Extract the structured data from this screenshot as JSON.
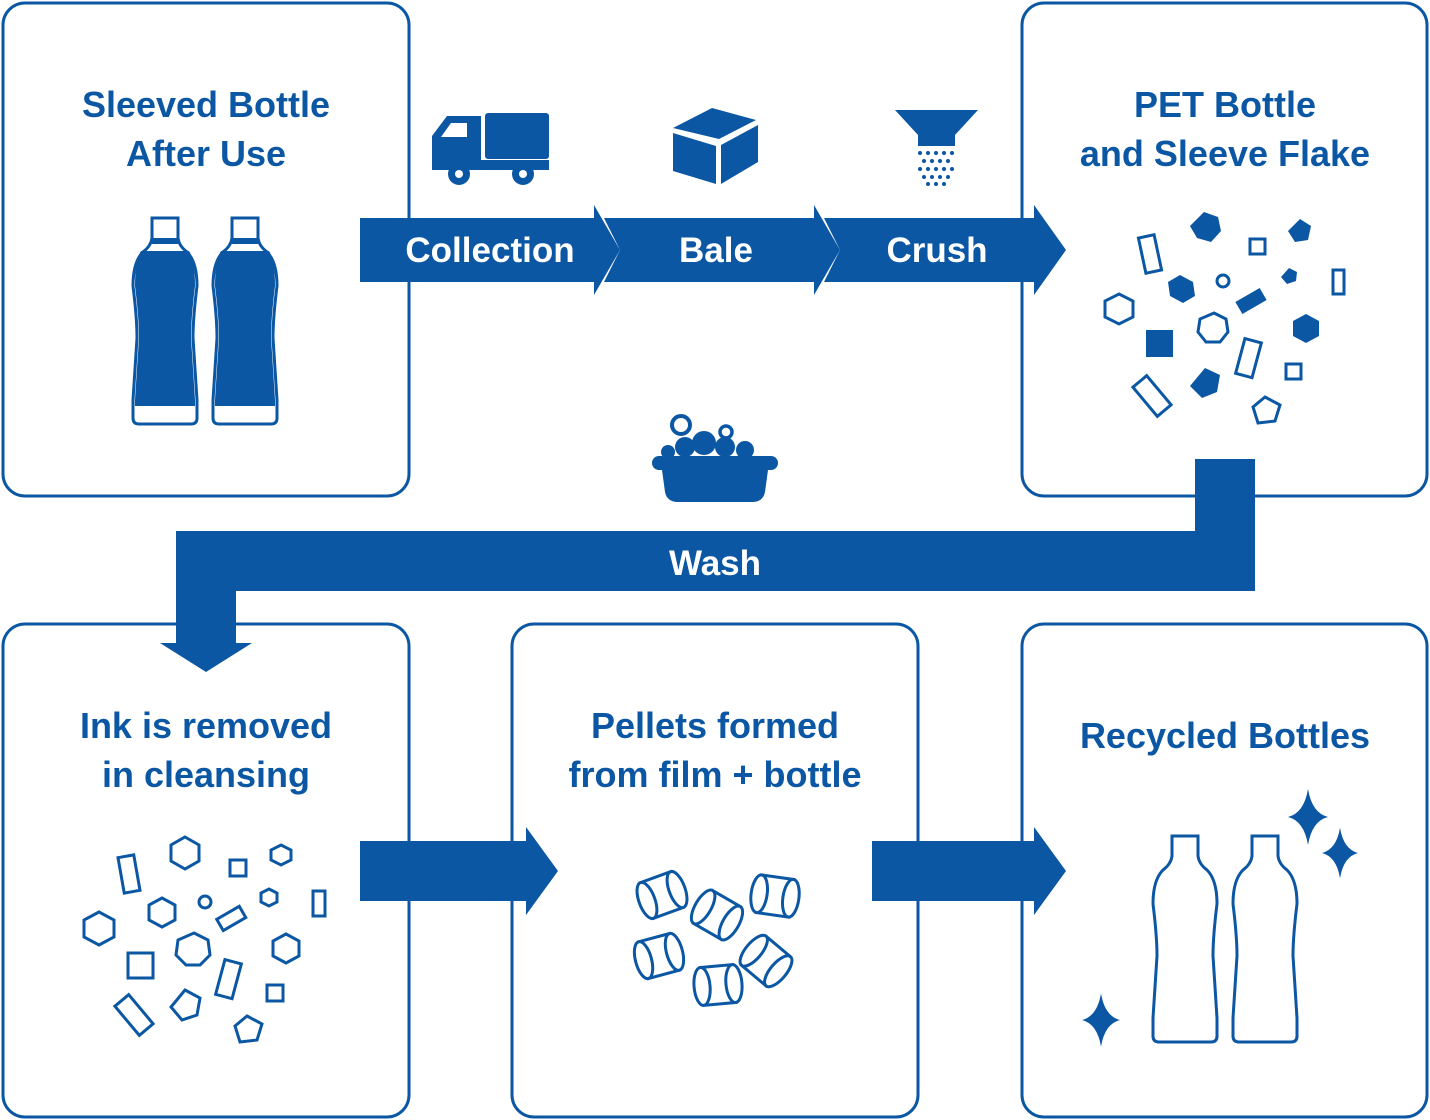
{
  "boxes": {
    "sleeved": {
      "line1": "Sleeved Bottle",
      "line2": "After Use"
    },
    "flake": {
      "line1": "PET Bottle",
      "line2": "and Sleeve Flake"
    },
    "ink": {
      "line1": "Ink is removed",
      "line2": "in cleansing"
    },
    "pellets": {
      "line1": "Pellets formed",
      "line2": "from film + bottle"
    },
    "recycled": {
      "line1": "Recycled Bottles"
    }
  },
  "steps": {
    "collection": "Collection",
    "bale": "Bale",
    "crush": "Crush",
    "wash": "Wash"
  },
  "icons": [
    "truck-icon",
    "box-icon",
    "hopper-icon",
    "wash-tub-icon",
    "sparkle-icon"
  ],
  "colors": {
    "primary": "#0b57a3",
    "background": "#ffffff"
  }
}
